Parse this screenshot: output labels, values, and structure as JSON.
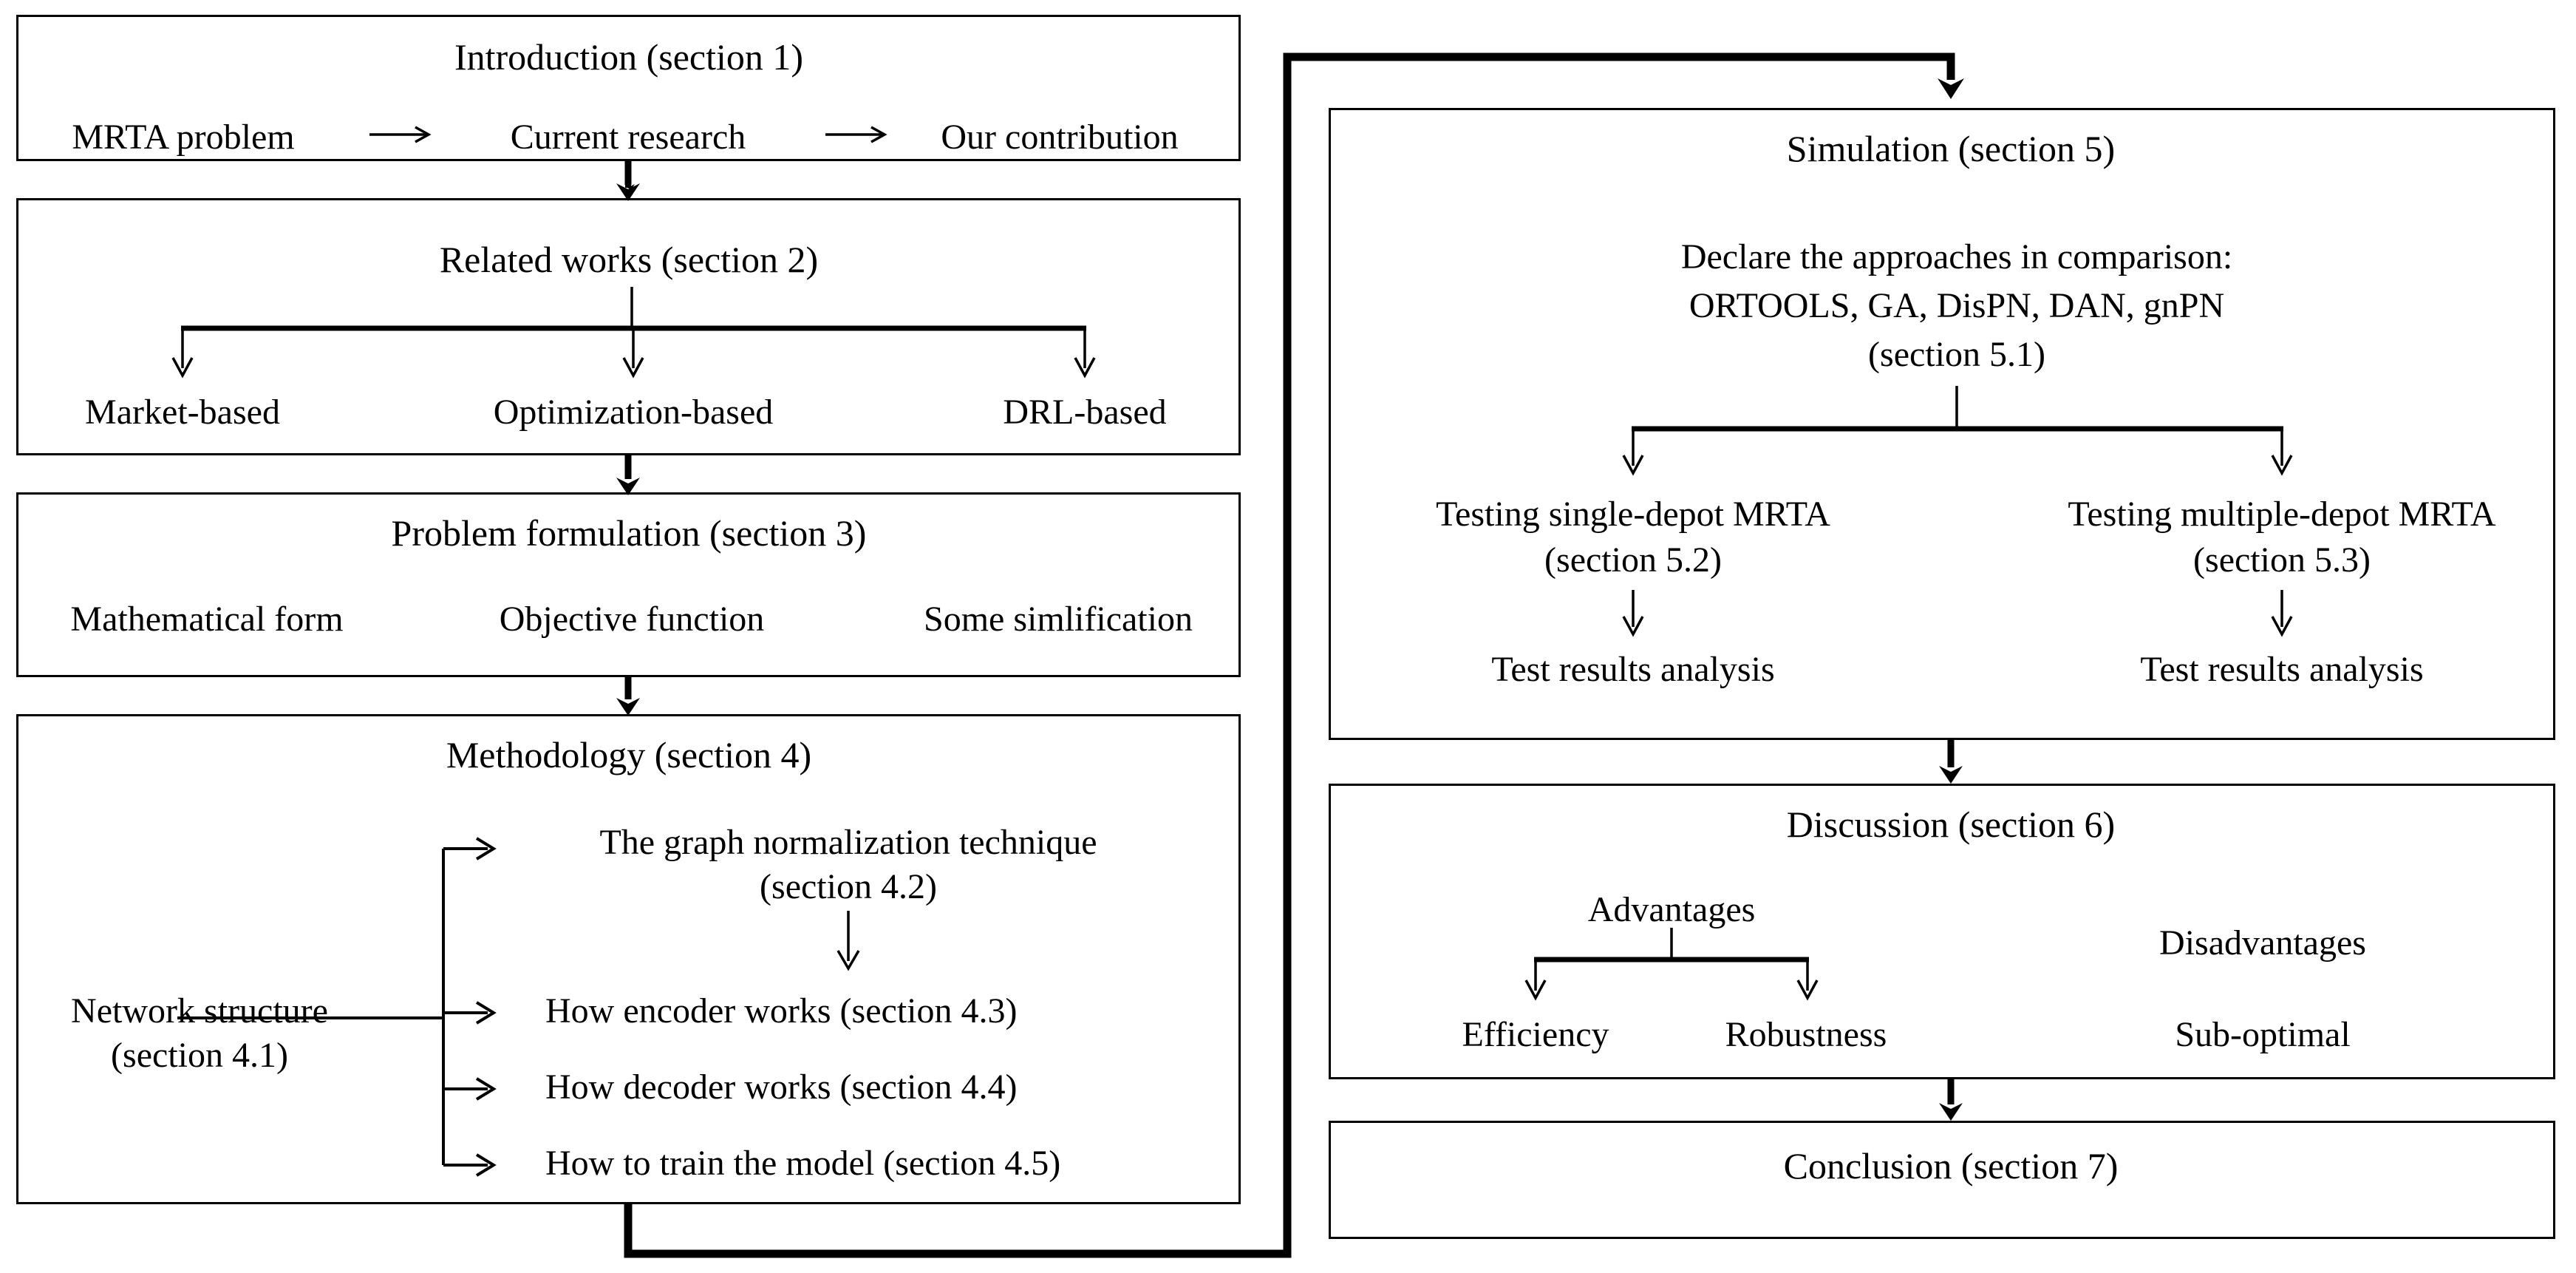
{
  "diagram": {
    "title": "Paper organization flowchart",
    "colors": {
      "stroke": "#000000",
      "background": "#ffffff"
    },
    "left_column": {
      "introduction": {
        "heading": "Introduction (section 1)",
        "items": [
          "MRTA problem",
          "Current research",
          "Our contribution"
        ],
        "connector_glyph": "→"
      },
      "related_works": {
        "heading": "Related works (section 2)",
        "items": [
          "Market-based",
          "Optimization-based",
          "DRL-based"
        ]
      },
      "problem_formulation": {
        "heading": "Problem formulation (section 3)",
        "items": [
          "Mathematical form",
          "Objective function",
          "Some simlification"
        ]
      },
      "methodology": {
        "heading": "Methodology (section 4)",
        "root": {
          "line1": "Network structure",
          "line2": "(section 4.1)"
        },
        "branches": [
          {
            "line1": "The graph normalization technique",
            "line2": "(section 4.2)"
          },
          {
            "line1": "How encoder works (section 4.3)",
            "line2": ""
          },
          {
            "line1": "How decoder works (section 4.4)",
            "line2": ""
          },
          {
            "line1": "How to train the model (section 4.5)",
            "line2": ""
          }
        ]
      }
    },
    "right_column": {
      "simulation": {
        "heading": "Simulation (section 5)",
        "declare": {
          "line1": "Declare the approaches in comparison:",
          "line2": "ORTOOLS, GA, DisPN, DAN, gnPN",
          "line3": "(section 5.1)"
        },
        "left_branch": {
          "line1": "Testing single-depot MRTA",
          "line2": "(section 5.2)",
          "result": "Test results analysis"
        },
        "right_branch": {
          "line1": "Testing multiple-depot MRTA",
          "line2": "(section 5.3)",
          "result": "Test results analysis"
        }
      },
      "discussion": {
        "heading": "Discussion (section 6)",
        "advantages_label": "Advantages",
        "advantages": [
          "Efficiency",
          "Robustness"
        ],
        "disadvantages_label": "Disadvantages",
        "disadvantages": [
          "Sub-optimal"
        ]
      },
      "conclusion": {
        "heading": "Conclusion (section 7)"
      }
    }
  }
}
